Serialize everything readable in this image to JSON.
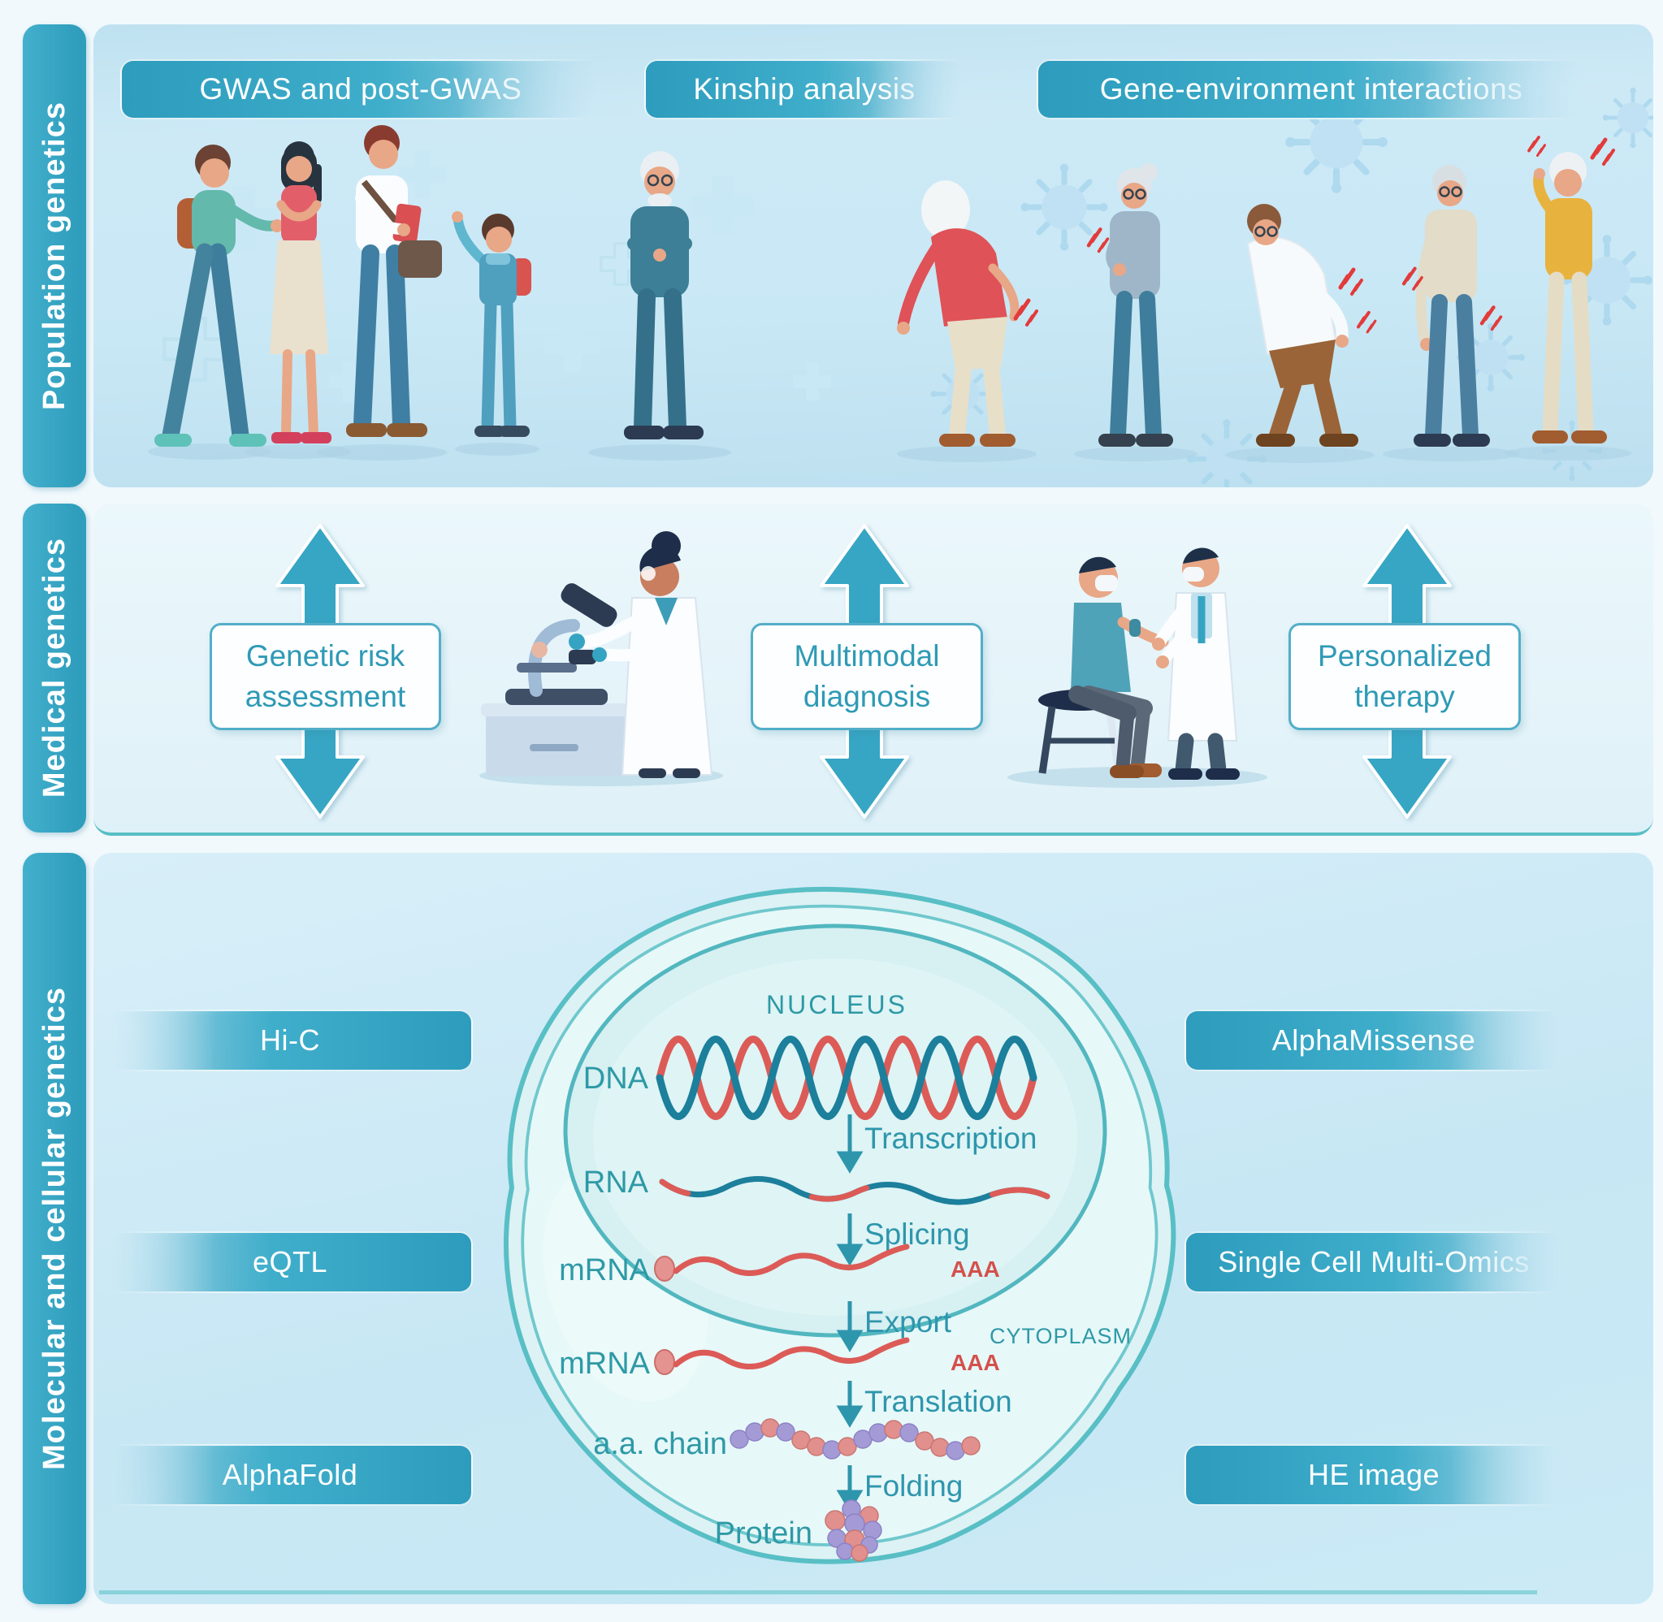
{
  "population": {
    "label": "Population genetics",
    "pills": [
      "GWAS and post-GWAS",
      "Kinship analysis",
      "Gene-environment interactions"
    ]
  },
  "medical": {
    "label": "Medical genetics",
    "boxes": [
      {
        "line1": "Genetic risk",
        "line2": "assessment"
      },
      {
        "line1": "Multimodal",
        "line2": "diagnosis"
      },
      {
        "line1": "Personalized",
        "line2": "therapy"
      }
    ]
  },
  "molecular": {
    "label": "Molecular and cellular genetics",
    "left_pills": [
      "Hi-C",
      "eQTL",
      "AlphaFold"
    ],
    "right_pills": [
      "AlphaMissense",
      "Single Cell Multi-Omics",
      "HE image"
    ],
    "cell": {
      "nucleus": "NUCLEUS",
      "cytoplasm": "CYTOPLASM",
      "dna": "DNA",
      "rna": "RNA",
      "mrna_nuclear": "mRNA",
      "mrna_cytoplasmic": "mRNA",
      "poly_a_1": "AAA",
      "poly_a_2": "AAA",
      "aa_chain": "a.a. chain",
      "protein": "Protein",
      "transcription": "Transcription",
      "splicing": "Splicing",
      "export": "Export",
      "translation": "Translation",
      "folding": "Folding"
    }
  },
  "colors": {
    "accent_teal": "#2F9FBE",
    "panel_blue": "#CDE9F5",
    "diagram_teal": "#2292A3",
    "strand_red": "#DC5B57",
    "pain_red": "#E23B3B"
  }
}
